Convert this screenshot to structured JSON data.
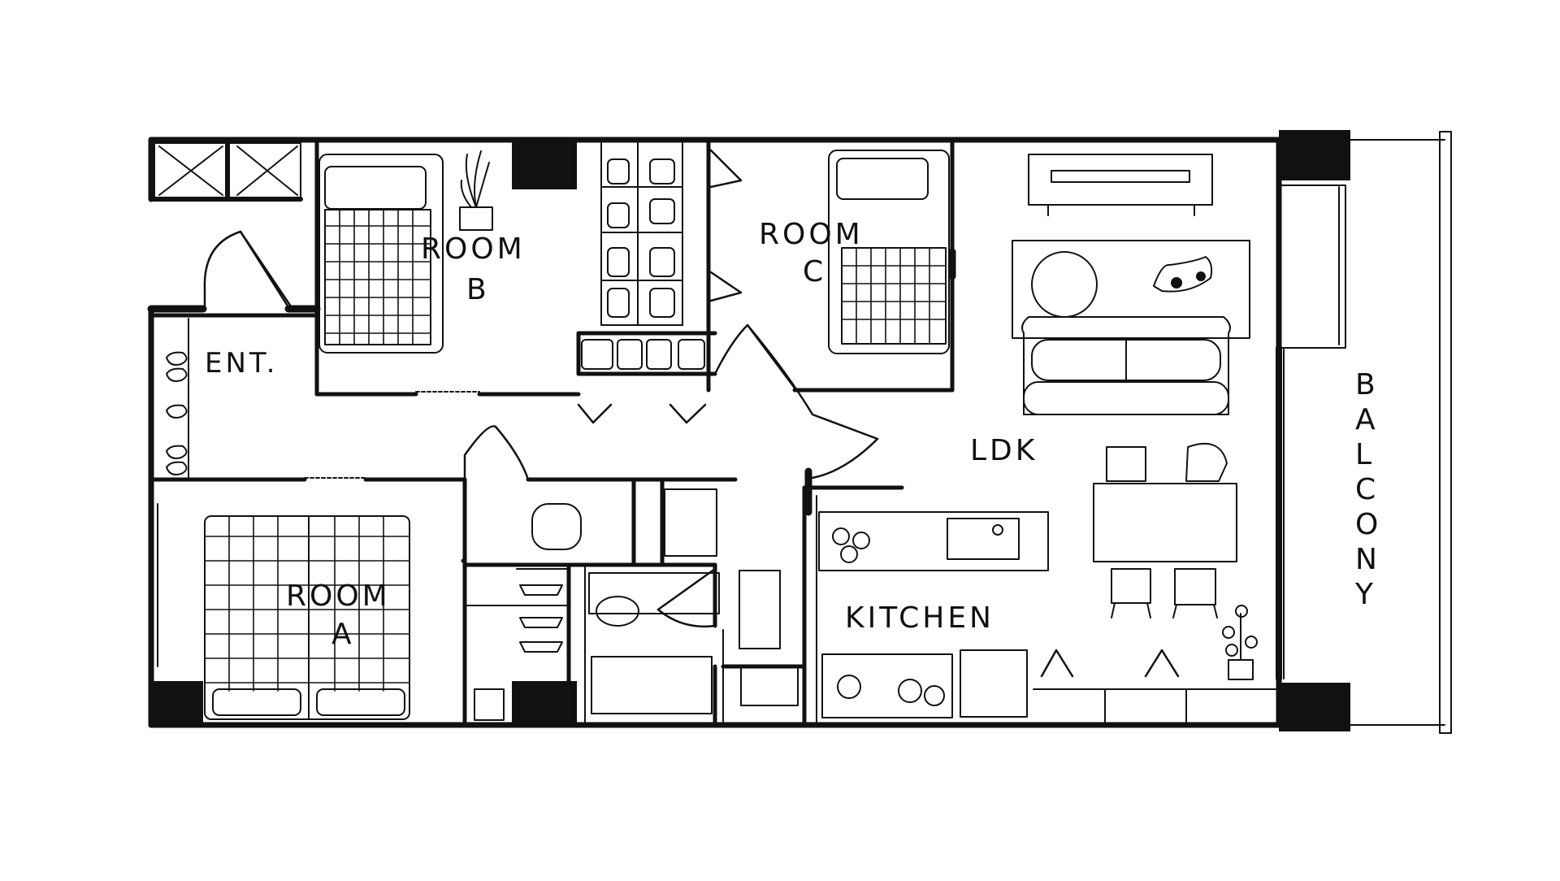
{
  "floorplan": {
    "rooms": {
      "room_b_line1": "ROOM",
      "room_b_line2": "B",
      "room_c_line1": "ROOM",
      "room_c_line2": "C",
      "room_a_line1": "ROOM",
      "room_a_line2": "A",
      "entrance": "ENT.",
      "ldk": "LDK",
      "kitchen": "KITCHEN",
      "balcony_letters": [
        "B",
        "A",
        "L",
        "C",
        "O",
        "N",
        "Y"
      ]
    },
    "colors": {
      "ink": "#111111",
      "wall_fill": "#111111",
      "background": "#ffffff"
    }
  }
}
